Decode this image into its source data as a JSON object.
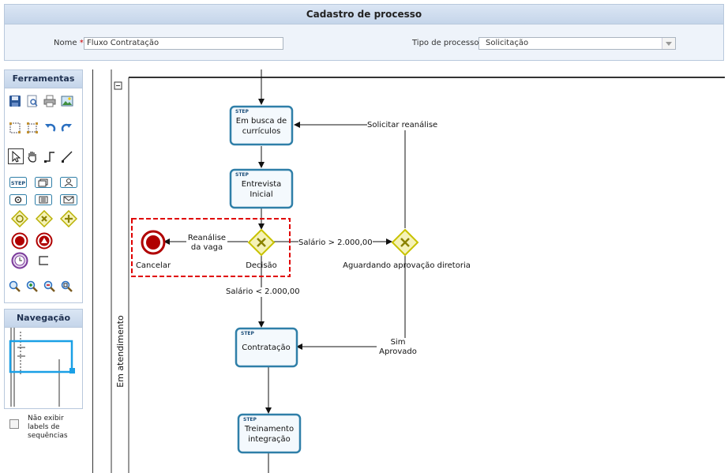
{
  "form": {
    "title": "Cadastro de processo",
    "name_label": "Nome",
    "name_value": "Fluxo Contratação",
    "type_label": "Tipo de processo",
    "type_value": "Solicitação",
    "required_mark": "*:"
  },
  "tools": {
    "title": "Ferramentas",
    "step_label": "STEP"
  },
  "navigation": {
    "title": "Navegação"
  },
  "labels_toggle": {
    "label": "Não exibir labels de sequências",
    "checked": false
  },
  "diagram": {
    "lane_label": "Em atendimento",
    "lane_collapse": "−",
    "step_tag": "STEP",
    "nodes": {
      "busca": "Em busca de currículos",
      "entrevista": "Entrevista Inicial",
      "contratacao": "Contratação",
      "treinamento": "Treinamento integração",
      "cancelar": "Cancelar",
      "decisao": "Decisão",
      "aguardando": "Aguardando aprovação diretoria"
    },
    "edges": {
      "solicitar": "Solicitar reanálise",
      "reanalise": "Reanálise da vaga",
      "salario_maior": "Salário > 2.000,00",
      "salario_menor": "Salário < 2.000,00",
      "sim_aprovado": "Sim Aprovado"
    }
  },
  "colors": {
    "step_border": "#2f7fa8",
    "gateway": "#c8c200",
    "end_event": "#b00000",
    "selection": "#e00000"
  }
}
